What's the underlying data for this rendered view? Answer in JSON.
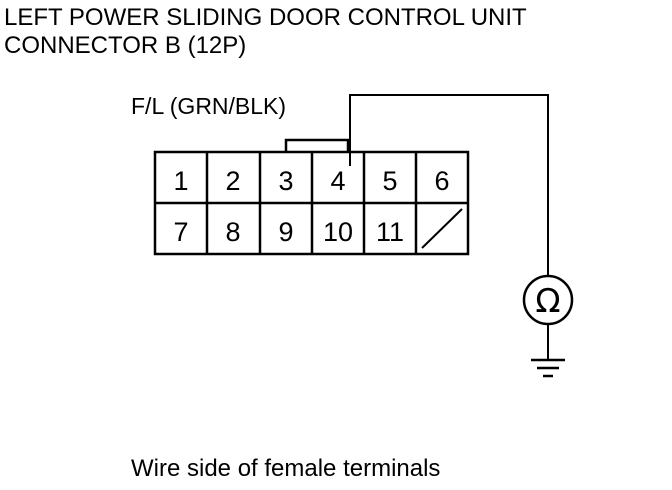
{
  "title_line1": "LEFT POWER SLIDING DOOR CONTROL UNIT",
  "title_line2": "CONNECTOR B (12P)",
  "wire_label": "F/L (GRN/BLK)",
  "caption": "Wire side of female terminals",
  "meter_symbol": "Ω",
  "connector": {
    "row1": [
      "1",
      "2",
      "3",
      "4",
      "5",
      "6"
    ],
    "row2": [
      "7",
      "8",
      "9",
      "10",
      "11",
      ""
    ]
  },
  "icons": [
    "ohmmeter-icon",
    "ground-icon"
  ]
}
